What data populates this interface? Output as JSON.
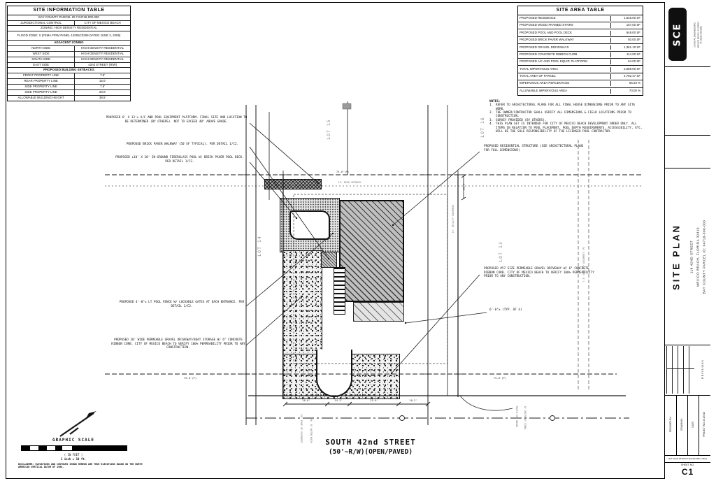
{
  "colors": {
    "line": "#1a1a1a",
    "hatch_gray": "#bfbfbf",
    "lot_label": "#8c8c8c"
  },
  "site_info_table": {
    "title": "SITE INFORMATION TABLE",
    "parcel_id": "BAY COUNTY PARCEL ID # 04718-000-000",
    "jurisdiction_label": "JURISDICTIONAL CONTROL",
    "jurisdiction_value": "CITY OF MEXICO BEACH",
    "zoning": "ZONING: HIGH DENSITY RESIDENTIAL",
    "flood_zone": "FLOOD ZONE: X (FEMA FIRM PANEL 12005C0309 DATED JUNE 2, 2009)",
    "adjacent_header": "ADJACENT ZONING",
    "adjacent": [
      {
        "label": "NORTH SIDE",
        "value": "HIGH DENSITY RESIDENTIAL"
      },
      {
        "label": "WEST SIDE",
        "value": "HIGH DENSITY RESIDENTIAL"
      },
      {
        "label": "SOUTH SIDE",
        "value": "HIGH DENSITY RESIDENTIAL"
      },
      {
        "label": "EAST SIDE",
        "value": "42nd STREET (R/W)"
      }
    ],
    "setbacks_header": "PROPOSED BUILDING SETBACKS",
    "setbacks": [
      {
        "label": "FRONT PROPERTY LINE",
        "value": "7.5'"
      },
      {
        "label": "REAR PROPERTY LINE",
        "value": "15.0'"
      },
      {
        "label": "SIDE PROPERTY LINE",
        "value": "7.5'"
      },
      {
        "label": "SIDE PROPERTY LINE",
        "value": "20.0'"
      }
    ],
    "height_label": "ALLOWABLE BUILDING HEIGHT",
    "height_value": "38.5'"
  },
  "site_area_table": {
    "title": "SITE AREA TABLE",
    "rows": [
      {
        "label": "PROPOSED RESIDENCE",
        "value": "1,646.00 SF"
      },
      {
        "label": "PROPOSED WOOD FRAMED STAIRS",
        "value": "167.00 SF"
      },
      {
        "label": "PROPOSED POOL AND POOL DECK",
        "value": "648.00 SF"
      },
      {
        "label": "PROPOSED BRICK PAVER WALKWAY",
        "value": "50.00 SF"
      },
      {
        "label": "PROPOSED GRAVEL DRIVEWAYS",
        "value": "1,361.10 SF"
      },
      {
        "label": "PROPOSED CONCRETE RIBBON CURB",
        "value": "114.00 SF"
      },
      {
        "label": "PROPOSED A/C AND POOL EQUIP. PLATFORM",
        "value": "64.00 SF"
      },
      {
        "label": "TOTAL IMPERVIOUS AREA",
        "value": "2,689.00 SF"
      },
      {
        "label": "TOTAL AREA OF PARCEL",
        "value": "4,782.47 SF"
      },
      {
        "label": "IMPERVIOUS AREA PERCENTAGE",
        "value": "56.23 %"
      },
      {
        "label": "ALLOWABLE IMPERVIOUS AREA",
        "value": "70.00 %"
      }
    ]
  },
  "notes": {
    "title": "NOTES:",
    "items": [
      {
        "num": "1.",
        "text": "REFER TO ARCHITECTURAL PLANS FOR ALL FINAL HOUSE DIMENSIONS PRIOR TO ANY SITE WORK."
      },
      {
        "num": "2.",
        "text": "THE OWNER/CONTRACTOR SHALL VERIFY ALL DIMENSIONS & FIELD LOCATIONS PRIOR TO CONSTRUCTION."
      },
      {
        "num": "3.",
        "text": "SURVEY PROVIDED (BY OTHERS)."
      },
      {
        "num": "4.",
        "text": "THIS PLAN SET IS INTENDED FOR CITY OF MEXICO BEACH DEVELOPMENT ORDER ONLY. ALL ITEMS IN RELATION TO POOL PLACEMENT, POOL DEPTH REQUIREMENTS, ACCESSIBILITY, ETC. WILL BE THE SOLE RESPONSIBILITY OF THE LICENSED POOL CONTRACTOR."
      }
    ]
  },
  "callouts": {
    "ac_platform": "PROPOSED 6' X 13'± A/C AND POOL EQUIPMENT PLATFORM. FINAL SIZE AND LOCATION TO BE DETERMINED (BY OTHERS). NOT TO EXCEED 48\" ABOVE GRADE.",
    "walkway": "PROPOSED BRICK PAVER WALKWAY (50 SF TYPICAL). PER DETAIL 1/C2.",
    "pool": "PROPOSED ±10' X 20' IN-GROUND FIBERGLASS POOL W/ BRICK PAVER POOL DECK. PER DETAIL 1/C2.",
    "residence": "PROPOSED RESIDENTIAL STRUCTURE (SEE ARCHITECTURAL PLANS FOR FULL DIMENSIONS)",
    "driveway_east": "PROPOSED #57 SIZE PERMEABLE GRAVEL DRIVEWAY W/ 6\" CONCRETE RIBBON CURB. CITY OF MEXICO BEACH TO VERIFY 100% PERMEABILITY PRIOR TO ANY CONSTRUCTION.",
    "typ_of_4": "6'-0\"± (TYP. OF 4)",
    "pool_fence": "PROPOSED 4'-0\"± LT POOL FENCE W/ LOCKABLE GATES AT EACH ENTRANCE. PER DETAIL 1/C2.",
    "driveway_west": "PROPOSED 20' WIDE PERMEABLE GRAVEL DRIVEWAY/BOAT STORAGE W/ 6\" CONCRETE RIBBON CURB. CITY OF MEXICO BEACH TO VERIFY 100% PERMEABILITY PRIOR TO ANY CONSTRUCTION."
  },
  "lots": {
    "top_left": "LOT 15",
    "top_right": "LOT 16",
    "west": "LOT 14",
    "east": "LOT 13"
  },
  "dims": {
    "prop_left": "75.0'(P)",
    "prop_right": "75.0'(P)",
    "prop_top": "75.0'(P)",
    "rear_setback": "15' REAR SETBACK",
    "side_dim": "15.0'",
    "street_segs": [
      "20.0'",
      "14.3'",
      "25.0'",
      "10.2'"
    ],
    "easement_right": "15' UTILITY EASEMENT",
    "easement_margin": "7.5' UTILITY EASEMENT (P)"
  },
  "street_labels": {
    "edge": "EX. EDGE OF PAVEMENT",
    "water": "EX. 8\" WATER MAIN",
    "match1": "MATCH EX. GRADE",
    "match2": "AT DRIVEWAY CONN."
  },
  "street": {
    "line1": "SOUTH 42nd STREET",
    "line2": "(50'~R/W)(OPEN/PAVED)"
  },
  "graphic_scale": {
    "title": "GRAPHIC SCALE",
    "in_feet": "( IN FEET )",
    "ratio": "1 inch = 10 ft.",
    "disclaimer": "DISCLAIMER: ELEVATIONS AND CONTOURS SHOWN HEREON ARE TRUE ELEVATIONS BASED ON THE NORTH AMERICAN VERTICAL DATUM OF 1988."
  },
  "title_block": {
    "logo_text": "SCE",
    "firm_line1": "COASTAL ENGINEERING",
    "firm_line2": "MEXICO BEACH, FLORIDA",
    "firm_line3": "PH (850) 648-0000",
    "project_title": "SITE PLAN",
    "address_line1": "116 42ND STREET",
    "address_line2": "MEXICO BEACH, FLORIDA 32410",
    "address_line3": "BAY COUNTY PARCEL ID: 04718-000-000",
    "revisions_label": "REVISIONS",
    "field1": "DESIGNED BY:",
    "field2": "DRAWN BY:",
    "field3": "DATE:",
    "field4": "PROJECT NO. 23.13310",
    "valid_note": "NOT VALID WITHOUT SIGNATURE & SEAL",
    "sheet_label": "SHEET NO.",
    "sheet_number": "C1"
  }
}
